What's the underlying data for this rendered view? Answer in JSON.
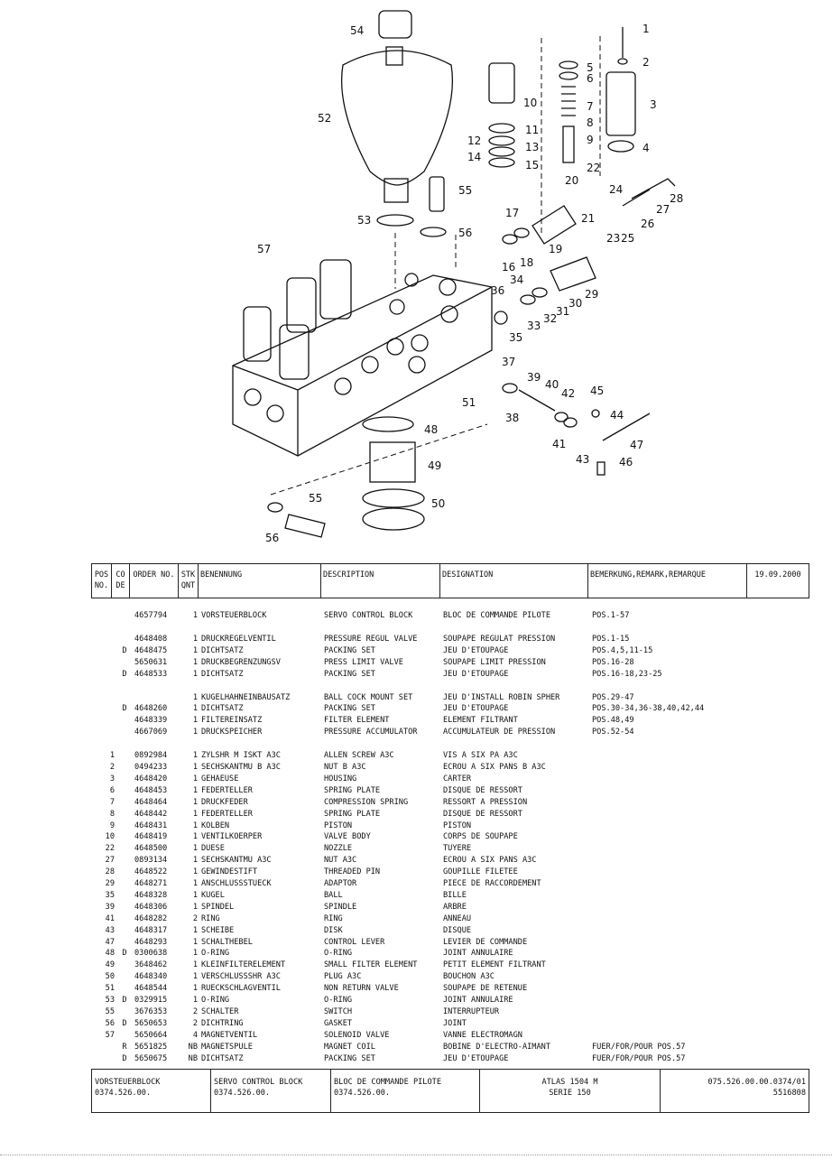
{
  "diagram": {
    "callouts": [
      "1",
      "2",
      "3",
      "4",
      "5",
      "6",
      "7",
      "8",
      "9",
      "10",
      "11",
      "12",
      "13",
      "14",
      "15",
      "16",
      "17",
      "18",
      "19",
      "20",
      "21",
      "22",
      "23",
      "24",
      "25",
      "26",
      "27",
      "28",
      "29",
      "30",
      "31",
      "32",
      "33",
      "34",
      "35",
      "36",
      "37",
      "38",
      "39",
      "40",
      "41",
      "42",
      "43",
      "44",
      "45",
      "46",
      "47",
      "48",
      "49",
      "50",
      "51",
      "52",
      "53",
      "54",
      "55",
      "55",
      "56",
      "56",
      "57"
    ]
  },
  "header": {
    "pos": "POS NO.",
    "code": "CO DE",
    "order": "ORDER NO.",
    "qty": "STK QNT",
    "benennung": "BENENNUNG",
    "description": "DESCRIPTION",
    "designation": "DESIGNATION",
    "remark": "BEMERKUNG,REMARK,REMARQUE",
    "date": "19.09.2000"
  },
  "rows": [
    {
      "pos": "",
      "code": "",
      "order": "4657794",
      "qty": "1",
      "de": "VORSTEUERBLOCK",
      "en": "SERVO CONTROL BLOCK",
      "fr": "BLOC DE COMMANDE PILOTE",
      "rem": "POS.1-57"
    },
    {
      "pos": "",
      "code": "",
      "order": "4648408",
      "qty": "1",
      "de": "DRUCKREGELVENTIL",
      "en": "PRESSURE REGUL VALVE",
      "fr": "SOUPAPE REGULAT PRESSION",
      "rem": "POS.1-15"
    },
    {
      "pos": "",
      "code": "D",
      "order": "4648475",
      "qty": "1",
      "de": "DICHTSATZ",
      "en": "PACKING SET",
      "fr": "JEU D'ETOUPAGE",
      "rem": "POS.4,5,11-15"
    },
    {
      "pos": "",
      "code": "",
      "order": "5650631",
      "qty": "1",
      "de": "DRUCKBEGRENZUNGSV",
      "en": "PRESS LIMIT VALVE",
      "fr": "SOUPAPE LIMIT PRESSION",
      "rem": "POS.16-28"
    },
    {
      "pos": "",
      "code": "D",
      "order": "4648533",
      "qty": "1",
      "de": "DICHTSATZ",
      "en": "PACKING SET",
      "fr": "JEU D'ETOUPAGE",
      "rem": "POS.16-18,23-25"
    },
    {
      "pos": "",
      "code": "",
      "order": "",
      "qty": "1",
      "de": "KUGELHAHNEINBAUSATZ",
      "en": "BALL COCK MOUNT SET",
      "fr": "JEU D'INSTALL ROBIN SPHER",
      "rem": "POS.29-47"
    },
    {
      "pos": "",
      "code": "D",
      "order": "4648260",
      "qty": "1",
      "de": "DICHTSATZ",
      "en": "PACKING SET",
      "fr": "JEU D'ETOUPAGE",
      "rem": "POS.30-34,36-38,40,42,44"
    },
    {
      "pos": "",
      "code": "",
      "order": "4648339",
      "qty": "1",
      "de": "FILTEREINSATZ",
      "en": "FILTER ELEMENT",
      "fr": "ELEMENT FILTRANT",
      "rem": "POS.48,49"
    },
    {
      "pos": "",
      "code": "",
      "order": "4667069",
      "qty": "1",
      "de": "DRUCKSPEICHER",
      "en": "PRESSURE ACCUMULATOR",
      "fr": "ACCUMULATEUR DE PRESSION",
      "rem": "POS.52-54"
    },
    {
      "pos": "1",
      "code": "",
      "order": "0892984",
      "qty": "1",
      "de": "ZYLSHR M ISKT A3C",
      "en": "ALLEN SCREW A3C",
      "fr": "VIS A SIX PA A3C",
      "rem": ""
    },
    {
      "pos": "2",
      "code": "",
      "order": "0494233",
      "qty": "1",
      "de": "SECHSKANTMU B A3C",
      "en": "NUT B A3C",
      "fr": "ECROU A SIX PANS B A3C",
      "rem": ""
    },
    {
      "pos": "3",
      "code": "",
      "order": "4648420",
      "qty": "1",
      "de": "GEHAEUSE",
      "en": "HOUSING",
      "fr": "CARTER",
      "rem": ""
    },
    {
      "pos": "6",
      "code": "",
      "order": "4648453",
      "qty": "1",
      "de": "FEDERTELLER",
      "en": "SPRING PLATE",
      "fr": "DISQUE DE RESSORT",
      "rem": ""
    },
    {
      "pos": "7",
      "code": "",
      "order": "4648464",
      "qty": "1",
      "de": "DRUCKFEDER",
      "en": "COMPRESSION SPRING",
      "fr": "RESSORT A PRESSION",
      "rem": ""
    },
    {
      "pos": "8",
      "code": "",
      "order": "4648442",
      "qty": "1",
      "de": "FEDERTELLER",
      "en": "SPRING PLATE",
      "fr": "DISQUE DE RESSORT",
      "rem": ""
    },
    {
      "pos": "9",
      "code": "",
      "order": "4648431",
      "qty": "1",
      "de": "KOLBEN",
      "en": "PISTON",
      "fr": "PISTON",
      "rem": ""
    },
    {
      "pos": "10",
      "code": "",
      "order": "4648419",
      "qty": "1",
      "de": "VENTILKOERPER",
      "en": "VALVE BODY",
      "fr": "CORPS DE SOUPAPE",
      "rem": ""
    },
    {
      "pos": "22",
      "code": "",
      "order": "4648500",
      "qty": "1",
      "de": "DUESE",
      "en": "NOZZLE",
      "fr": "TUYERE",
      "rem": ""
    },
    {
      "pos": "27",
      "code": "",
      "order": "0893134",
      "qty": "1",
      "de": "SECHSKANTMU A3C",
      "en": "NUT A3C",
      "fr": "ECROU A SIX PANS A3C",
      "rem": ""
    },
    {
      "pos": "28",
      "code": "",
      "order": "4648522",
      "qty": "1",
      "de": "GEWINDESTIFT",
      "en": "THREADED PIN",
      "fr": "GOUPILLE FILETEE",
      "rem": ""
    },
    {
      "pos": "29",
      "code": "",
      "order": "4648271",
      "qty": "1",
      "de": "ANSCHLUSSSTUECK",
      "en": "ADAPTOR",
      "fr": "PIECE DE RACCORDEMENT",
      "rem": ""
    },
    {
      "pos": "35",
      "code": "",
      "order": "4648328",
      "qty": "1",
      "de": "KUGEL",
      "en": "BALL",
      "fr": "BILLE",
      "rem": ""
    },
    {
      "pos": "39",
      "code": "",
      "order": "4648306",
      "qty": "1",
      "de": "SPINDEL",
      "en": "SPINDLE",
      "fr": "ARBRE",
      "rem": ""
    },
    {
      "pos": "41",
      "code": "",
      "order": "4648282",
      "qty": "2",
      "de": "RING",
      "en": "RING",
      "fr": "ANNEAU",
      "rem": ""
    },
    {
      "pos": "43",
      "code": "",
      "order": "4648317",
      "qty": "1",
      "de": "SCHEIBE",
      "en": "DISK",
      "fr": "DISQUE",
      "rem": ""
    },
    {
      "pos": "47",
      "code": "",
      "order": "4648293",
      "qty": "1",
      "de": "SCHALTHEBEL",
      "en": "CONTROL LEVER",
      "fr": "LEVIER DE COMMANDE",
      "rem": ""
    },
    {
      "pos": "48",
      "code": "D",
      "order": "0300638",
      "qty": "1",
      "de": "O-RING",
      "en": "O-RING",
      "fr": "JOINT ANNULAIRE",
      "rem": ""
    },
    {
      "pos": "49",
      "code": "",
      "order": "3648462",
      "qty": "1",
      "de": "KLEINFILTERELEMENT",
      "en": "SMALL FILTER ELEMENT",
      "fr": "PETIT ELEMENT FILTRANT",
      "rem": ""
    },
    {
      "pos": "50",
      "code": "",
      "order": "4648340",
      "qty": "1",
      "de": "VERSCHLUSSSHR A3C",
      "en": "PLUG A3C",
      "fr": "BOUCHON A3C",
      "rem": ""
    },
    {
      "pos": "51",
      "code": "",
      "order": "4648544",
      "qty": "1",
      "de": "RUECKSCHLAGVENTIL",
      "en": "NON RETURN VALVE",
      "fr": "SOUPAPE DE RETENUE",
      "rem": ""
    },
    {
      "pos": "53",
      "code": "D",
      "order": "0329915",
      "qty": "1",
      "de": "O-RING",
      "en": "O-RING",
      "fr": "JOINT ANNULAIRE",
      "rem": ""
    },
    {
      "pos": "55",
      "code": "",
      "order": "3676353",
      "qty": "2",
      "de": "SCHALTER",
      "en": "SWITCH",
      "fr": "INTERRUPTEUR",
      "rem": ""
    },
    {
      "pos": "56",
      "code": "D",
      "order": "5650653",
      "qty": "2",
      "de": "DICHTRING",
      "en": "GASKET",
      "fr": "JOINT",
      "rem": ""
    },
    {
      "pos": "57",
      "code": "",
      "order": "5650664",
      "qty": "4",
      "de": "MAGNETVENTIL",
      "en": "SOLENOID VALVE",
      "fr": "VANNE ELECTROMAGN",
      "rem": ""
    },
    {
      "pos": "",
      "code": "R",
      "order": "5651825",
      "qty": "NB",
      "de": "MAGNETSPULE",
      "en": "MAGNET COIL",
      "fr": "BOBINE D'ELECTRO-AIMANT",
      "rem": "FUER/FOR/POUR POS.57"
    },
    {
      "pos": "",
      "code": "D",
      "order": "5650675",
      "qty": "NB",
      "de": "DICHTSATZ",
      "en": "PACKING SET",
      "fr": "JEU D'ETOUPAGE",
      "rem": "FUER/FOR/POUR POS.57"
    }
  ],
  "footer": {
    "de_title": "VORSTEUERBLOCK",
    "de_no": "0374.526.00.",
    "en_title": "SERVO CONTROL BLOCK",
    "en_no": "0374.526.00.",
    "fr_title": "BLOC DE COMMANDE PILOTE",
    "fr_no": "0374.526.00.",
    "machine": "ATLAS 1504 M",
    "series": "SERIE 150",
    "doc_no": "075.526.00.00.0374/01",
    "doc_no2": "5516808"
  }
}
